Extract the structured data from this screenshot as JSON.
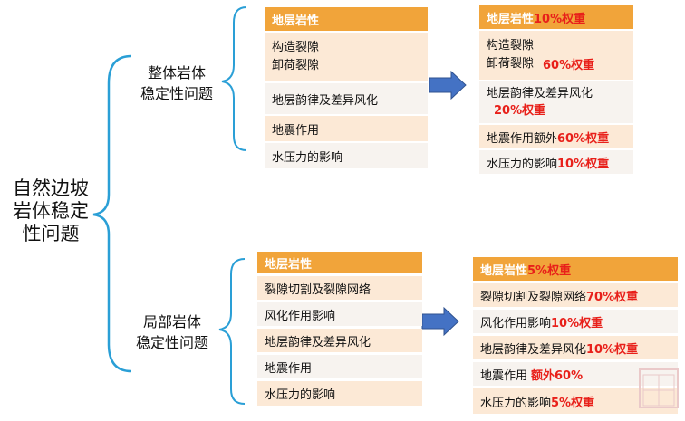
{
  "root_label": [
    "自然边坡",
    "岩体稳定",
    "性问题"
  ],
  "whole": {
    "label": [
      "整体岩体",
      "稳定性问题"
    ],
    "left_rows": [
      "地层岩性",
      "构造裂隙\n卸荷裂隙",
      "地层韵律及差异风化",
      "地震作用",
      "水压力的影响"
    ],
    "right_rows": [
      {
        "text": "地层岩性",
        "weight": "10%权重"
      },
      {
        "text": "构造裂隙\n卸荷裂隙",
        "weight": "60%权重"
      },
      {
        "text": "地层韵律及差异风化",
        "weight": "20%权重"
      },
      {
        "text": "地震作用额外",
        "weight": "60%权重"
      },
      {
        "text": "水压力的影响",
        "weight": "10%权重"
      }
    ]
  },
  "local": {
    "label": [
      "局部岩体",
      "稳定性问题"
    ],
    "left_rows": [
      "地层岩性",
      "裂隙切割及裂隙网络",
      "风化作用影响",
      "地层韵律及差异风化",
      "地震作用",
      "水压力的影响"
    ],
    "right_rows": [
      {
        "text": "地层岩性",
        "weight": "5%权重"
      },
      {
        "text": "裂隙切割及裂隙网络",
        "weight": "70%权重"
      },
      {
        "text": "风化作用影响",
        "weight": "10%权重"
      },
      {
        "text": "地层韵律及差异风化",
        "weight": "10%权重"
      },
      {
        "text": "地震作用",
        "weight": "额外60%"
      },
      {
        "text": "水压力的影响",
        "weight": "5%权重"
      }
    ]
  },
  "colors": {
    "header": "#f1a43a",
    "brace": "#2a9fd6",
    "arrow": "#4472c4",
    "weight": "#e8201a"
  }
}
